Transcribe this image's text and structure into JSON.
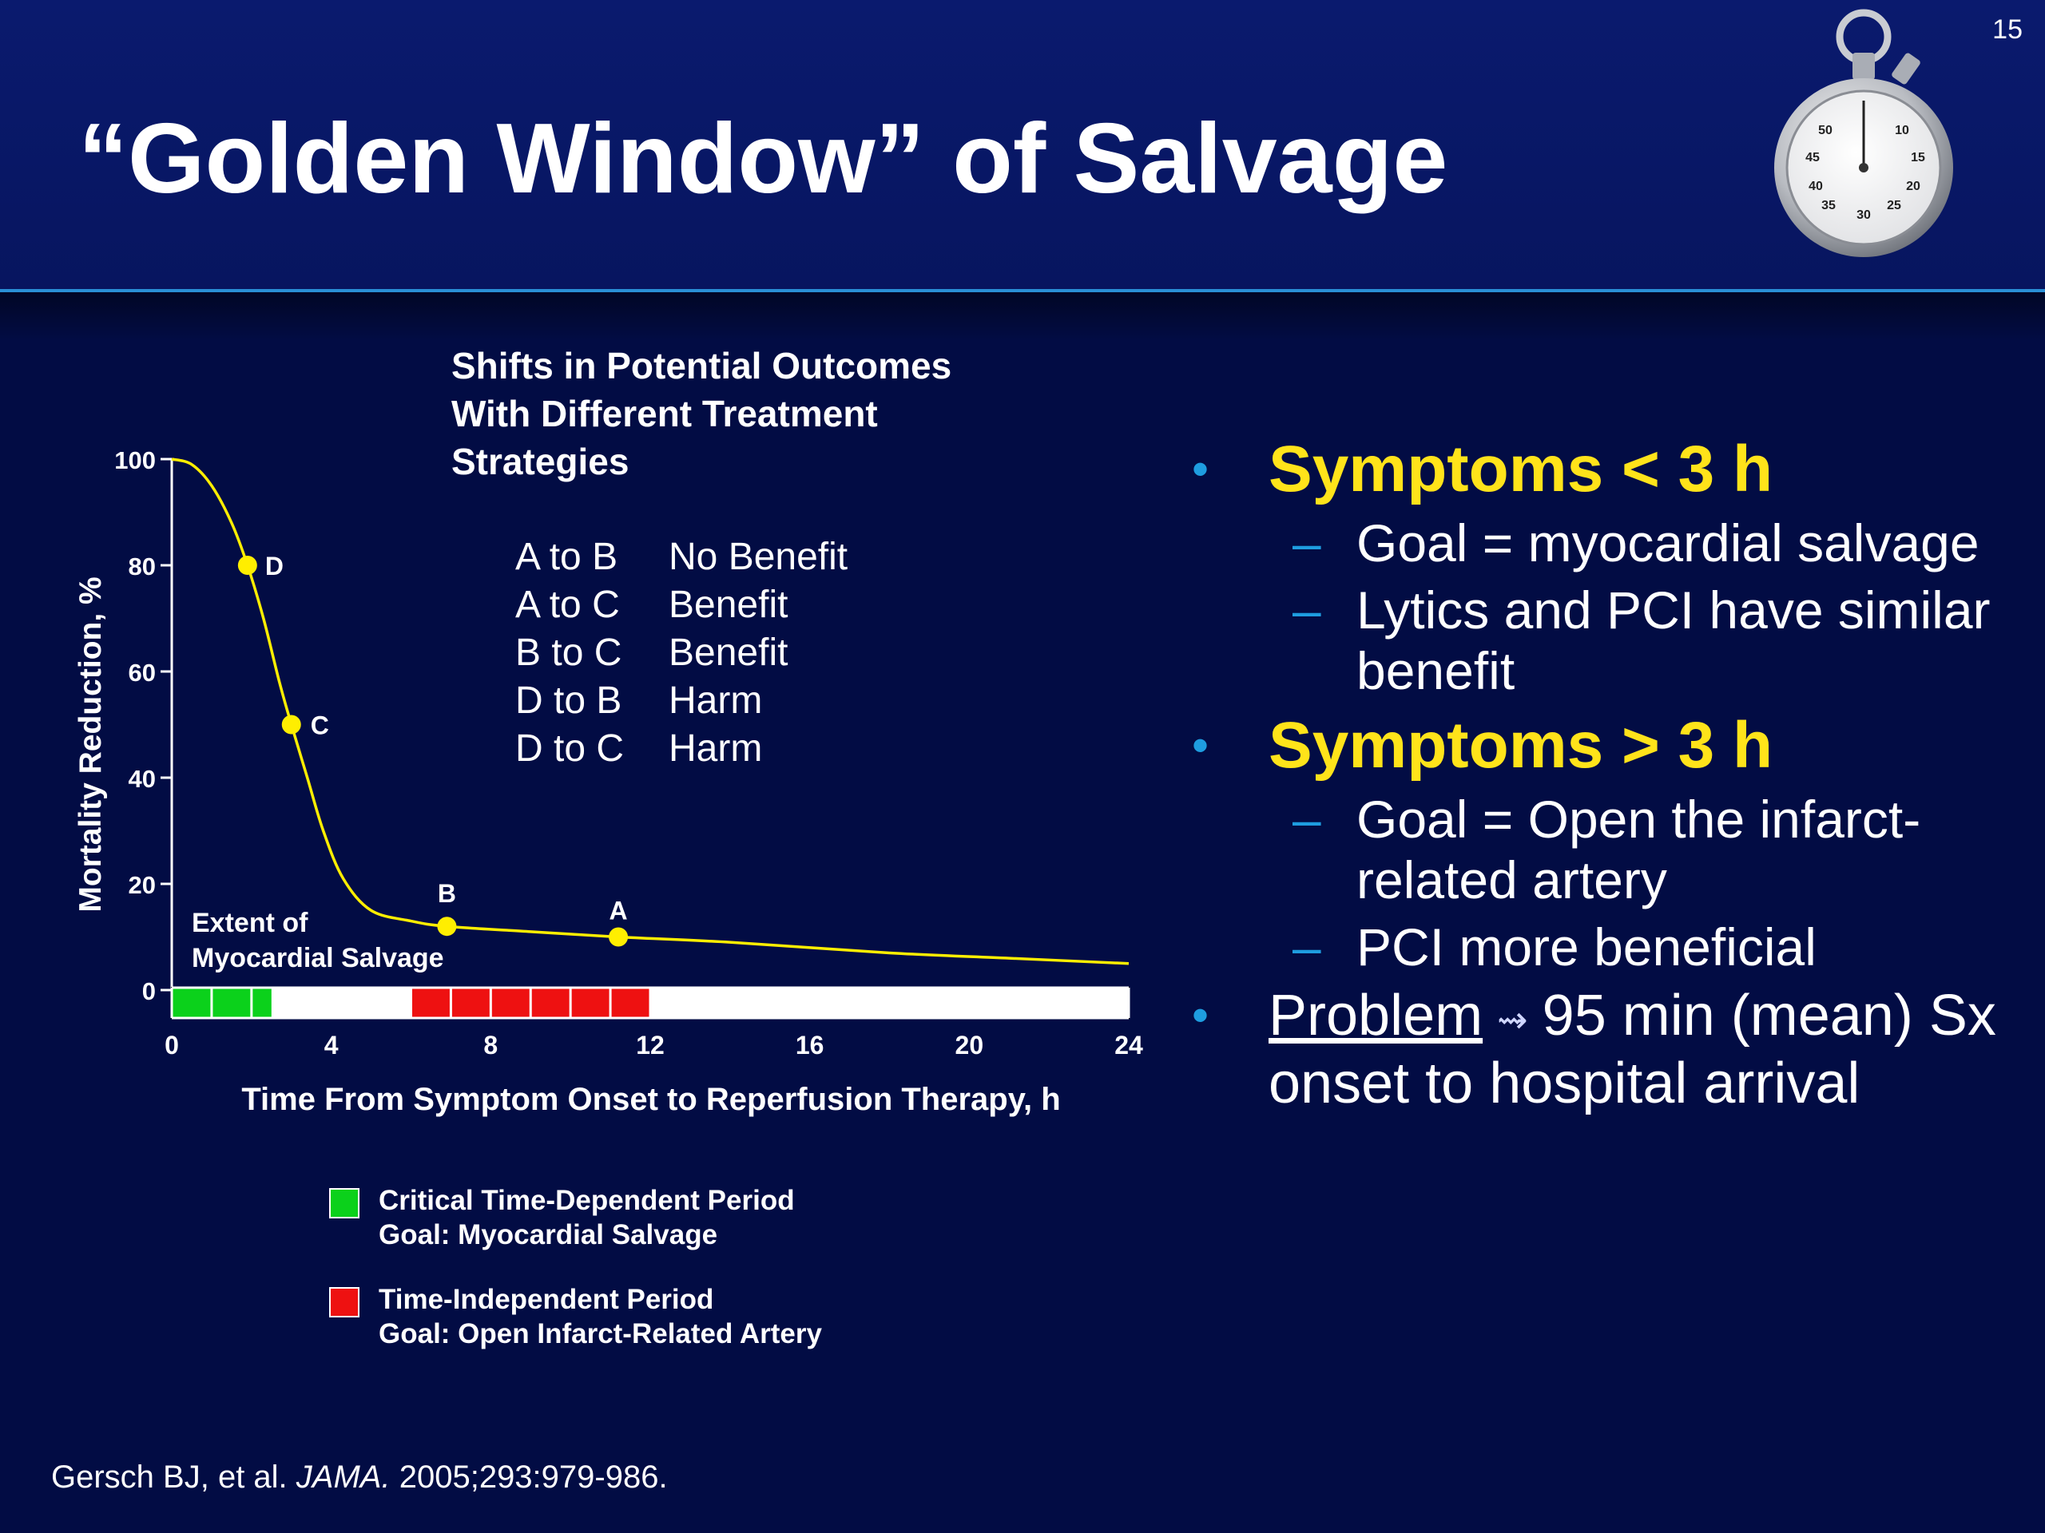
{
  "slide": {
    "title": "“Golden Window” of Salvage",
    "page_number": "15"
  },
  "stopwatch": {
    "icon": "stopwatch-icon",
    "dial_labels": [
      "50",
      "10",
      "45",
      "15",
      "40",
      "20",
      "35",
      "30",
      "25"
    ]
  },
  "chart_data": {
    "type": "line",
    "title": "Shifts in Potential Outcomes With Different Treatment Strategies",
    "title_lines": [
      "Shifts in Potential Outcomes",
      "With Different Treatment",
      "Strategies"
    ],
    "xlabel": "Time From Symptom Onset to Reperfusion Therapy, h",
    "ylabel": "Mortality Reduction, %",
    "xlim": [
      0,
      24
    ],
    "ylim": [
      0,
      100
    ],
    "x_ticks": [
      0,
      4,
      8,
      12,
      16,
      20,
      24
    ],
    "y_ticks": [
      0,
      20,
      40,
      60,
      80,
      100
    ],
    "curve": {
      "color": "#ffee00",
      "x": [
        0,
        0.5,
        1,
        1.5,
        1.9,
        2.3,
        2.7,
        3.0,
        3.4,
        3.8,
        4.3,
        5.0,
        6.0,
        6.9,
        9.0,
        11.2,
        14,
        18,
        21,
        24
      ],
      "y": [
        100,
        99,
        95,
        88,
        80,
        70,
        58,
        50,
        40,
        30,
        21,
        15,
        13,
        12,
        11,
        10,
        9,
        7,
        6,
        5
      ]
    },
    "points": [
      {
        "label": "D",
        "x": 1.9,
        "y": 80
      },
      {
        "label": "C",
        "x": 3.0,
        "y": 50
      },
      {
        "label": "B",
        "x": 6.9,
        "y": 12
      },
      {
        "label": "A",
        "x": 11.2,
        "y": 10
      }
    ],
    "annotation": [
      "Extent of",
      "Myocardial Salvage"
    ],
    "time_bar": {
      "hours_per_cell": 1,
      "green_hours": [
        0,
        2.5
      ],
      "red_hours": [
        6,
        12
      ],
      "colors": {
        "green": "#0bd11b",
        "red": "#ee1111",
        "empty": "#ffffff"
      }
    },
    "strategies": [
      {
        "pair": "A to B",
        "result": "No Benefit"
      },
      {
        "pair": "A to C",
        "result": "Benefit"
      },
      {
        "pair": "B to C",
        "result": "Benefit"
      },
      {
        "pair": "D to B",
        "result": "Harm"
      },
      {
        "pair": "D to C",
        "result": "Harm"
      }
    ],
    "legend": [
      {
        "color": "#0bd11b",
        "line1": "Critical Time-Dependent Period",
        "line2": "Goal: Myocardial Salvage"
      },
      {
        "color": "#ee1111",
        "line1": "Time-Independent Period",
        "line2": "Goal: Open Infarct-Related Artery"
      }
    ]
  },
  "bullets": {
    "b1": "Symptoms < 3 h",
    "b1_sub1": "Goal = myocardial salvage",
    "b1_sub2": "Lytics and PCI have similar benefit",
    "b2": "Symptoms > 3 h",
    "b2_sub1": "Goal = Open the infarct-related artery",
    "b2_sub2": "PCI more beneficial",
    "b3_word": "Problem",
    "b3_rest": "95 min (mean) Sx onset to hospital arrival",
    "b3_glyph": "⇝"
  },
  "citation": {
    "authors": "Gersch BJ, et al.",
    "journal": "JAMA.",
    "details": "2005;293:979-986."
  },
  "colors": {
    "background": "#020c44",
    "header": "#0a1a6e",
    "accent_blue": "#1e9de0",
    "highlight_yellow": "#ffe31a"
  }
}
